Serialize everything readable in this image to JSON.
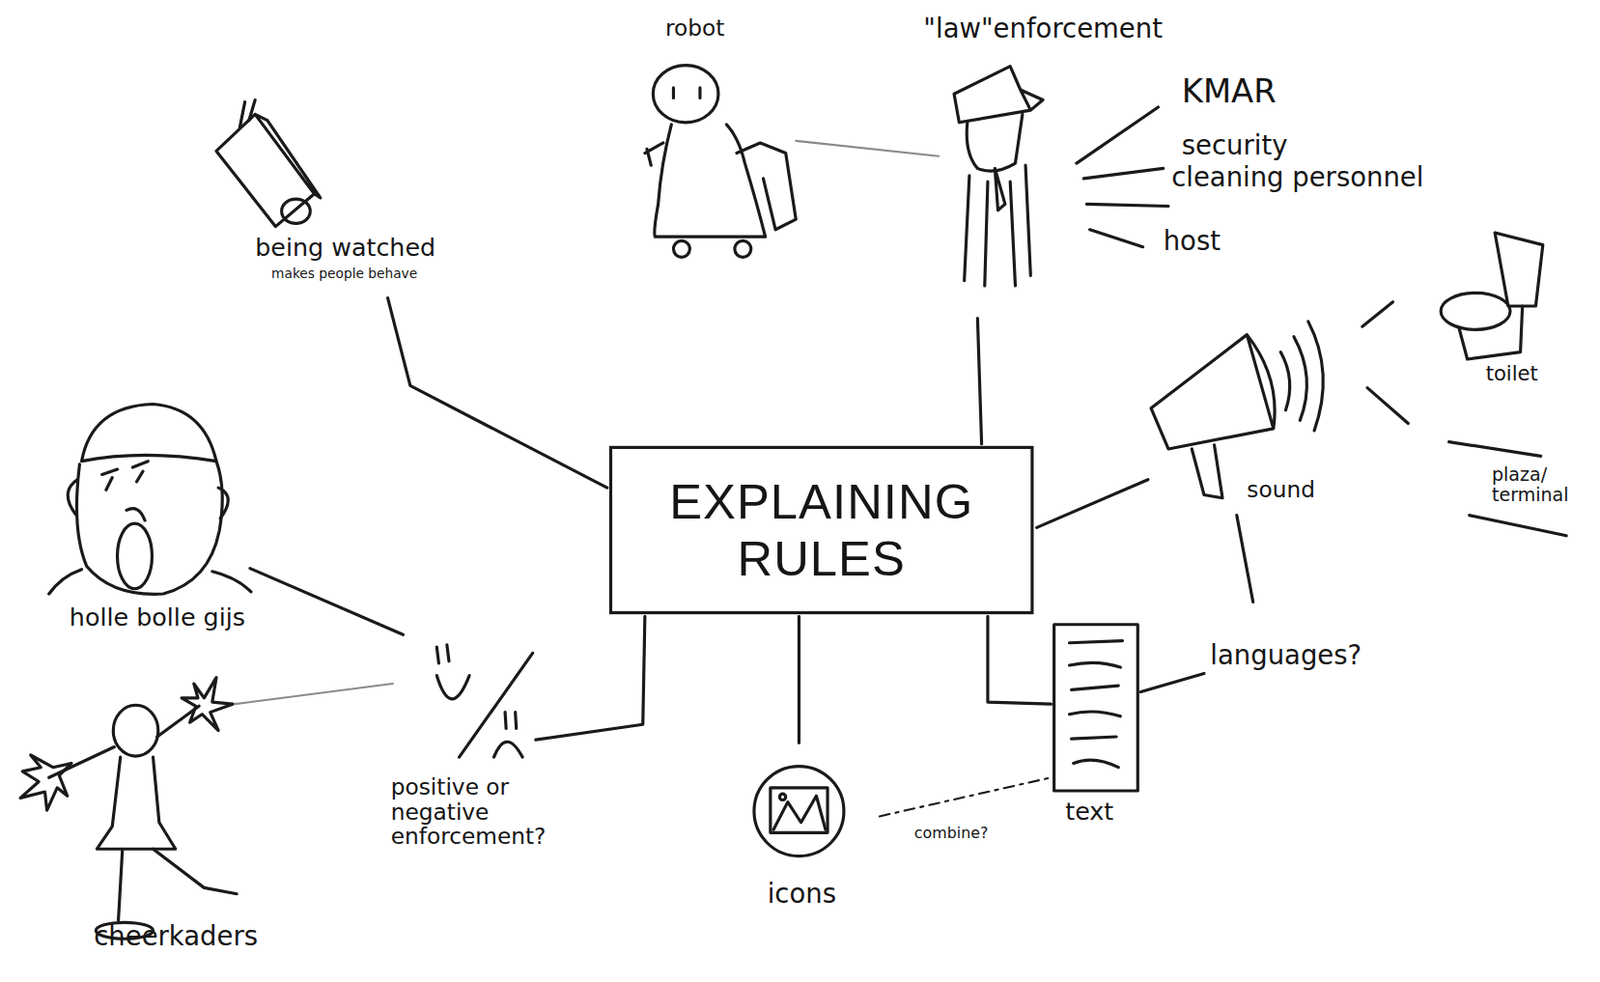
{
  "diagram": {
    "nodes": [
      {
        "text": [
          "EXPLAINING RULES"
        ]
      }
    ],
    "labels": [
      "robot",
      "\"law\"enforcement",
      "KMAR",
      "security",
      "cleaning personnel",
      "host",
      "being watched",
      "makes people behave",
      "toilet",
      "plaza/ terminal",
      "sound",
      "languages?",
      "text",
      "combine?",
      "icons",
      "positive or negative enforcement?",
      "holle bolle gijs",
      "cheerkaders"
    ]
  }
}
